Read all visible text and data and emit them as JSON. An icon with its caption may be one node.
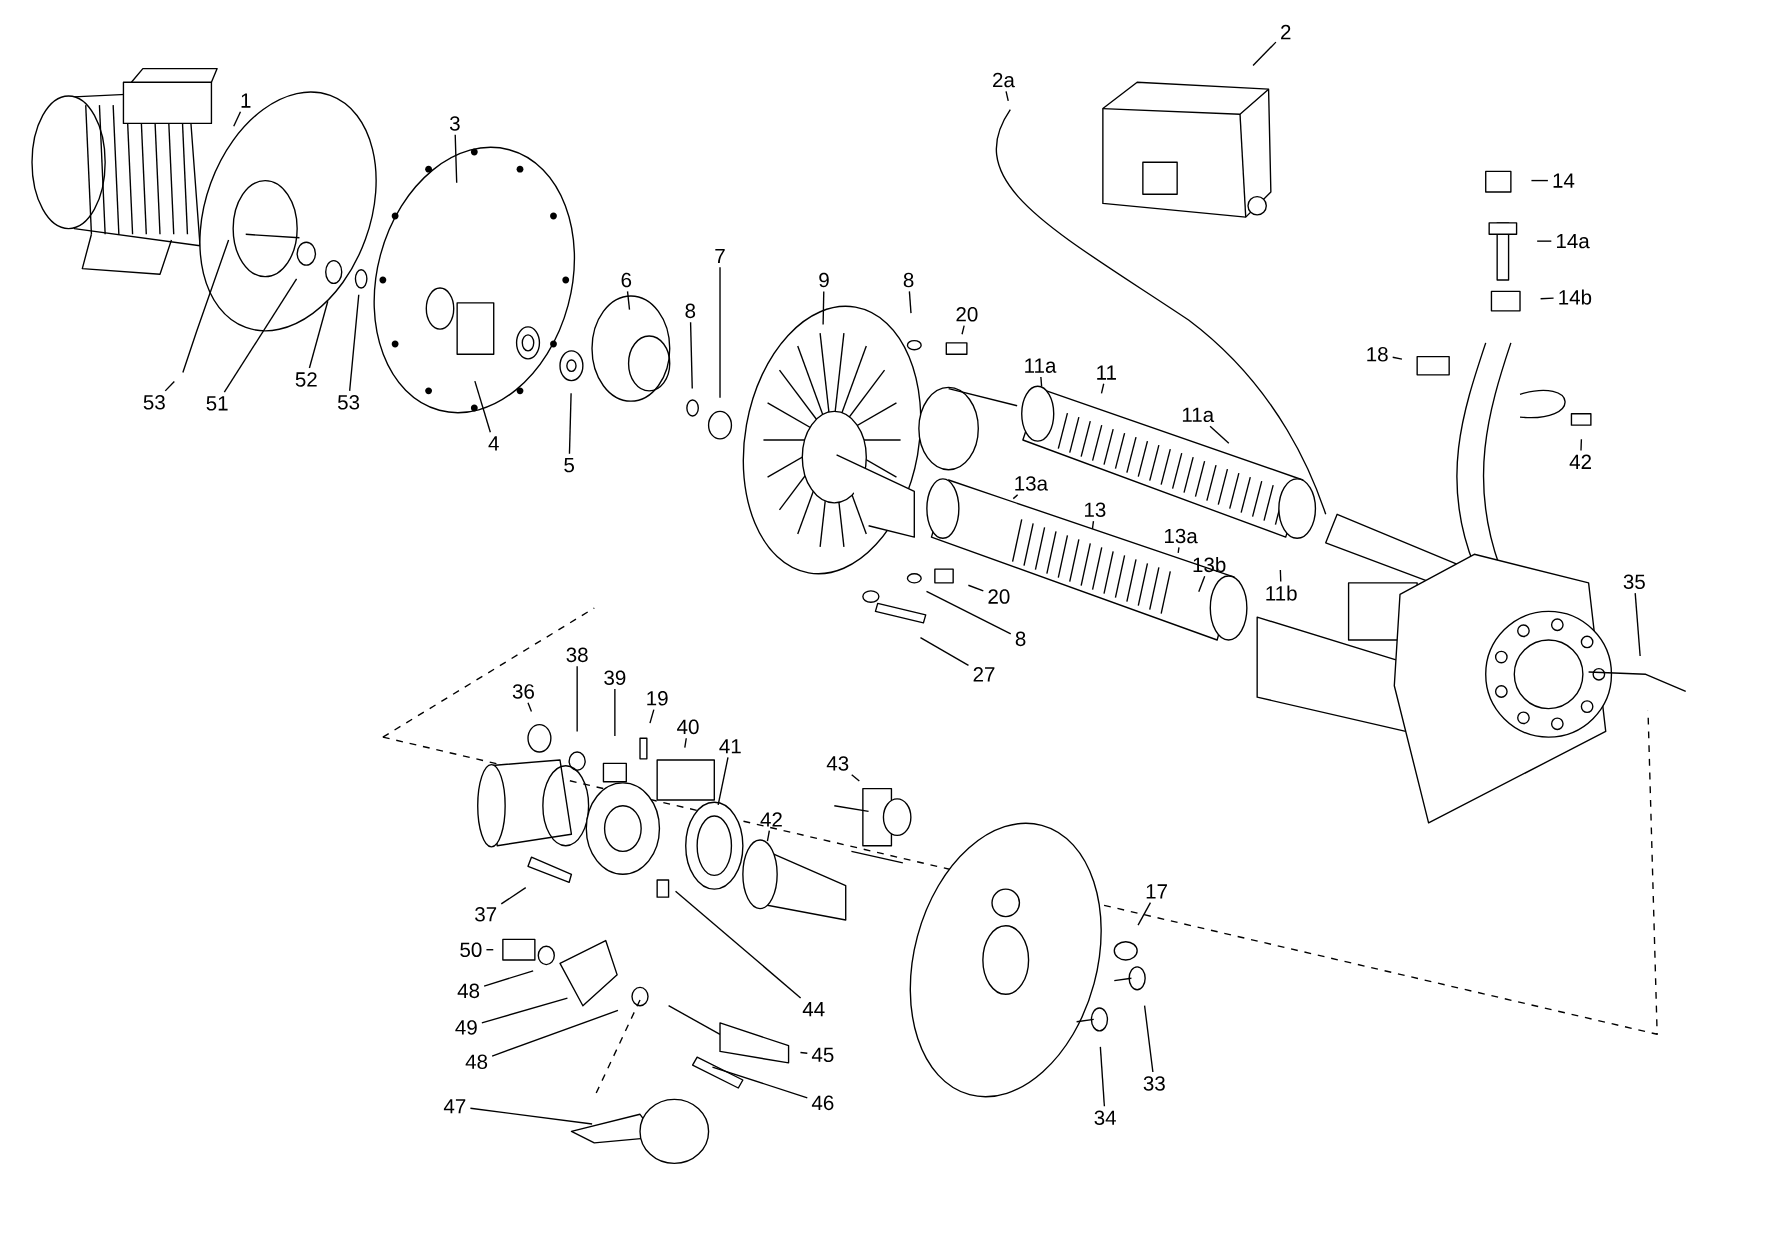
{
  "diagram": {
    "nodes": [
      {
        "text": [
          "2"
        ]
      },
      {
        "text": [
          "2a"
        ]
      },
      {
        "text": [
          "1"
        ]
      },
      {
        "text": [
          "3"
        ]
      },
      {
        "text": [
          "14"
        ]
      },
      {
        "text": [
          "14a"
        ]
      },
      {
        "text": [
          "6"
        ]
      },
      {
        "text": [
          "7"
        ]
      },
      {
        "text": [
          "9"
        ]
      },
      {
        "text": [
          "8"
        ]
      },
      {
        "text": [
          "14b"
        ]
      },
      {
        "text": [
          "8"
        ]
      },
      {
        "text": [
          "20"
        ]
      },
      {
        "text": [
          "18"
        ]
      },
      {
        "text": [
          "11a"
        ]
      },
      {
        "text": [
          "11"
        ]
      },
      {
        "text": [
          "52"
        ]
      },
      {
        "text": [
          "53"
        ]
      },
      {
        "text": [
          "51"
        ]
      },
      {
        "text": [
          "53"
        ]
      },
      {
        "text": [
          "11a"
        ]
      },
      {
        "text": [
          "4"
        ]
      },
      {
        "text": [
          "42"
        ]
      },
      {
        "text": [
          "5"
        ]
      },
      {
        "text": [
          "13a"
        ]
      },
      {
        "text": [
          "13"
        ]
      },
      {
        "text": [
          "13a"
        ]
      },
      {
        "text": [
          "13b"
        ]
      },
      {
        "text": [
          "35"
        ]
      },
      {
        "text": [
          "11b"
        ]
      },
      {
        "text": [
          "20"
        ]
      },
      {
        "text": [
          "8"
        ]
      },
      {
        "text": [
          "38"
        ]
      },
      {
        "text": [
          "27"
        ]
      },
      {
        "text": [
          "39"
        ]
      },
      {
        "text": [
          "36"
        ]
      },
      {
        "text": [
          "19"
        ]
      },
      {
        "text": [
          "40"
        ]
      },
      {
        "text": [
          "41"
        ]
      },
      {
        "text": [
          "43"
        ]
      },
      {
        "text": [
          "42"
        ]
      },
      {
        "text": [
          "37"
        ]
      },
      {
        "text": [
          "17"
        ]
      },
      {
        "text": [
          "50"
        ]
      },
      {
        "text": [
          "48"
        ]
      },
      {
        "text": [
          "44"
        ]
      },
      {
        "text": [
          "49"
        ]
      },
      {
        "text": [
          "45"
        ]
      },
      {
        "text": [
          "48"
        ]
      },
      {
        "text": [
          "33"
        ]
      },
      {
        "text": [
          "46"
        ]
      },
      {
        "text": [
          "47"
        ]
      },
      {
        "text": [
          "34"
        ]
      }
    ],
    "edges": [
      {
        "from": 0,
        "to": null,
        "arrow": "none"
      },
      {
        "from": 1,
        "to": null,
        "arrow": "none"
      },
      {
        "from": 2,
        "to": null,
        "arrow": "none"
      },
      {
        "from": 3,
        "to": null,
        "arrow": "none"
      },
      {
        "from": 4,
        "to": null,
        "arrow": "none"
      },
      {
        "from": 5,
        "to": null,
        "arrow": "none"
      },
      {
        "from": 6,
        "to": null,
        "arrow": "none"
      },
      {
        "from": 7,
        "to": null,
        "arrow": "none"
      },
      {
        "from": 8,
        "to": null,
        "arrow": "none"
      },
      {
        "from": 9,
        "to": null,
        "arrow": "none"
      },
      {
        "from": 10,
        "to": null,
        "arrow": "none"
      },
      {
        "from": 11,
        "to": null,
        "arrow": "none"
      },
      {
        "from": 12,
        "to": null,
        "arrow": "none"
      },
      {
        "from": 13,
        "to": null,
        "arrow": "none"
      },
      {
        "from": 14,
        "to": null,
        "arrow": "none"
      },
      {
        "from": 15,
        "to": null,
        "arrow": "none"
      },
      {
        "from": 16,
        "to": null,
        "arrow": "none"
      },
      {
        "from": 17,
        "to": null,
        "arrow": "none"
      },
      {
        "from": 18,
        "to": null,
        "arrow": "none"
      },
      {
        "from": 19,
        "to": null,
        "arrow": "none"
      },
      {
        "from": 20,
        "to": null,
        "arrow": "none"
      },
      {
        "from": 21,
        "to": null,
        "arrow": "none"
      },
      {
        "from": 22,
        "to": null,
        "arrow": "none"
      },
      {
        "from": 23,
        "to": null,
        "arrow": "none"
      },
      {
        "from": 24,
        "to": null,
        "arrow": "none"
      },
      {
        "from": 25,
        "to": null,
        "arrow": "none"
      },
      {
        "from": 26,
        "to": null,
        "arrow": "none"
      },
      {
        "from": 27,
        "to": null,
        "arrow": "none"
      },
      {
        "from": 28,
        "to": null,
        "arrow": "none"
      },
      {
        "from": 29,
        "to": null,
        "arrow": "none"
      },
      {
        "from": 30,
        "to": null,
        "arrow": "none"
      },
      {
        "from": 31,
        "to": null,
        "arrow": "none"
      },
      {
        "from": 32,
        "to": null,
        "arrow": "none"
      },
      {
        "from": 33,
        "to": null,
        "arrow": "none"
      },
      {
        "from": 34,
        "to": null,
        "arrow": "none"
      },
      {
        "from": 35,
        "to": null,
        "arrow": "none"
      },
      {
        "from": 36,
        "to": null,
        "arrow": "none"
      },
      {
        "from": 37,
        "to": null,
        "arrow": "none"
      },
      {
        "from": 38,
        "to": null,
        "arrow": "none"
      },
      {
        "from": 39,
        "to": null,
        "arrow": "none"
      },
      {
        "from": 40,
        "to": null,
        "arrow": "none"
      },
      {
        "from": 41,
        "to": null,
        "arrow": "none"
      },
      {
        "from": 42,
        "to": null,
        "arrow": "none"
      },
      {
        "from": 43,
        "to": null,
        "arrow": "none"
      },
      {
        "from": 44,
        "to": null,
        "arrow": "none"
      },
      {
        "from": 45,
        "to": null,
        "arrow": "none"
      },
      {
        "from": 46,
        "to": null,
        "arrow": "none"
      },
      {
        "from": 47,
        "to": null,
        "arrow": "none"
      },
      {
        "from": 48,
        "to": null,
        "arrow": "none"
      },
      {
        "from": 49,
        "to": null,
        "arrow": "none"
      },
      {
        "from": 50,
        "to": null,
        "arrow": "none"
      },
      {
        "from": 51,
        "to": null,
        "arrow": "none"
      },
      {
        "from": 52,
        "to": null,
        "arrow": "none"
      }
    ]
  }
}
